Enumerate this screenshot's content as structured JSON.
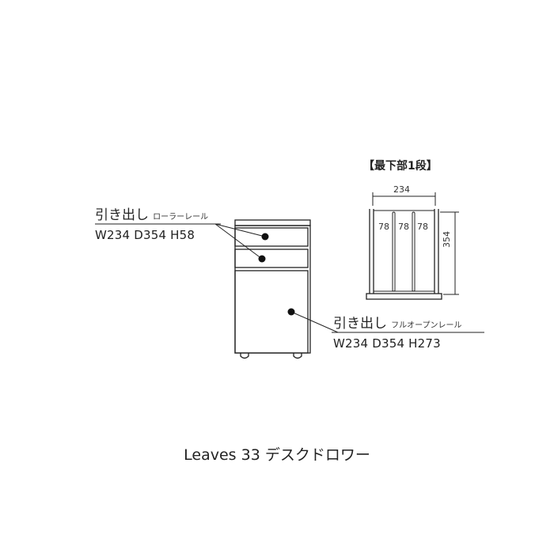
{
  "section_label": "【最下部1段】",
  "dimensions": {
    "width": "234",
    "depth": "354",
    "dividers": [
      "78",
      "78",
      "78"
    ]
  },
  "drawer_roller": {
    "label": "引き出し",
    "rail": "ローラーレール",
    "spec": "W234 D354 H58"
  },
  "drawer_fullopen": {
    "label": "引き出し",
    "rail": "フルオープンレール",
    "spec": "W234 D354 H273"
  },
  "caption": "Leaves 33 デスクドロワー",
  "colors": {
    "line": "#222222",
    "background": "#ffffff"
  }
}
